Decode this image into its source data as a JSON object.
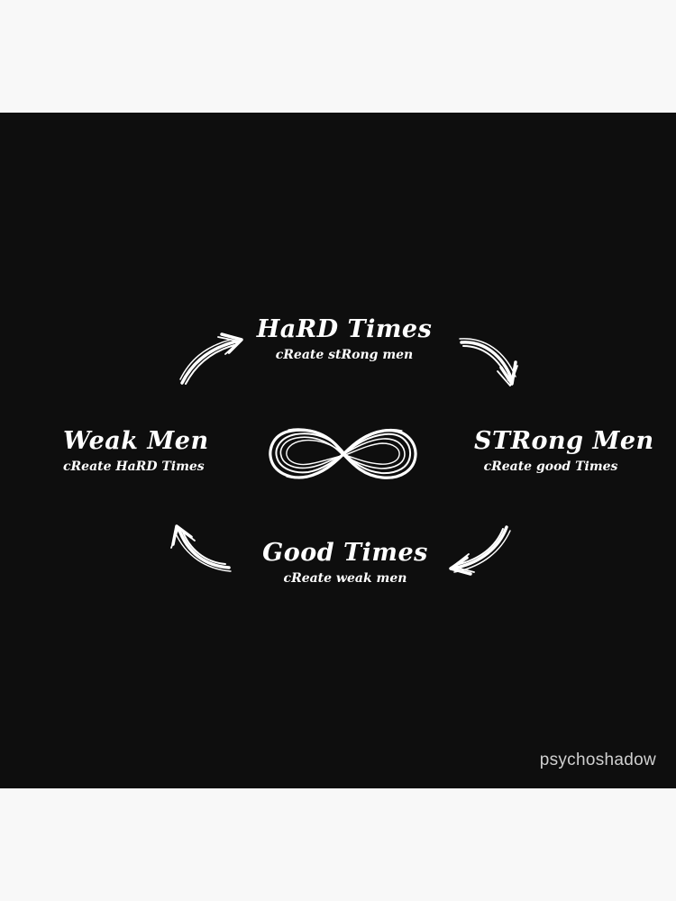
{
  "cycle": {
    "top": {
      "title": "HaRD Times",
      "subtitle": "cReate stRong men"
    },
    "right": {
      "title": "STRong Men",
      "subtitle": "cReate good Times"
    },
    "bottom": {
      "title": "Good Times",
      "subtitle": "cReate weak men"
    },
    "left": {
      "title": "Weak Men",
      "subtitle": "cReate HaRD Times"
    }
  },
  "center_icon": "infinity-icon",
  "arrow_icon": "curved-arrow-icon",
  "watermark": "psychoshadow",
  "colors": {
    "page_background": "#f8f8f8",
    "panel_background": "#0e0e0e",
    "foreground": "#ffffff",
    "watermark": "#cfcfcf"
  }
}
